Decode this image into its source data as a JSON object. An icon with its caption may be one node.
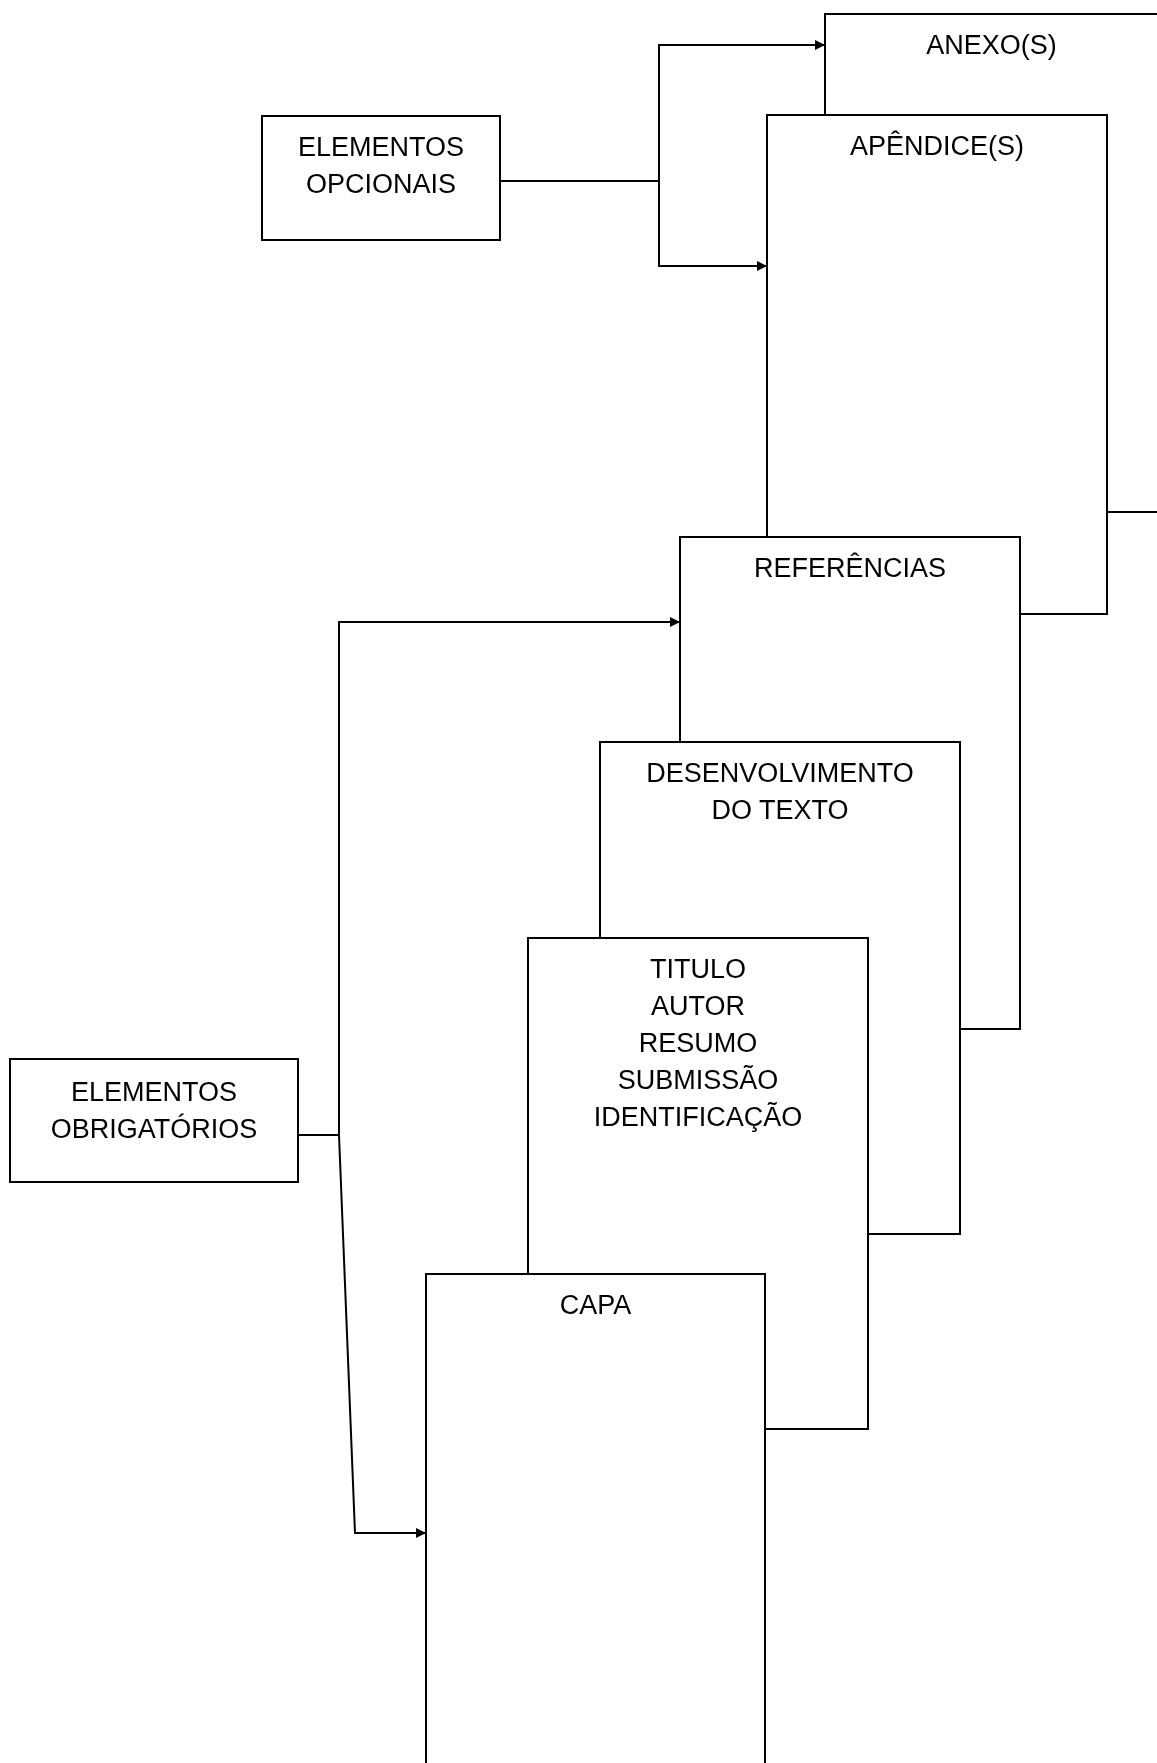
{
  "diagram": {
    "nodes": [
      {
        "text": [
          "ANEXO(S)"
        ]
      },
      {
        "text": [
          "ELEMENTOS OPCIONAIS"
        ]
      },
      {
        "text": [
          "APÊNDICE(S)"
        ]
      },
      {
        "text": [
          "REFERÊNCIAS"
        ]
      },
      {
        "text": [
          "DESENVOLVIMENTO DO TEXTO"
        ]
      },
      {
        "text": [
          "TITULO",
          "AUTOR",
          "RESUMO",
          "SUBMISSÃO",
          "IDENTIFICAÇÃO"
        ]
      },
      {
        "text": [
          "ELEMENTOS OBRIGATÓRIOS"
        ]
      },
      {
        "text": [
          "CAPA"
        ]
      }
    ],
    "edges": [
      {
        "from": 1,
        "to": 0,
        "arrow": "to"
      },
      {
        "from": 1,
        "to": 2,
        "arrow": "to"
      },
      {
        "from": 6,
        "to": 3,
        "arrow": "to"
      },
      {
        "from": 6,
        "to": 7,
        "arrow": "to"
      }
    ]
  }
}
